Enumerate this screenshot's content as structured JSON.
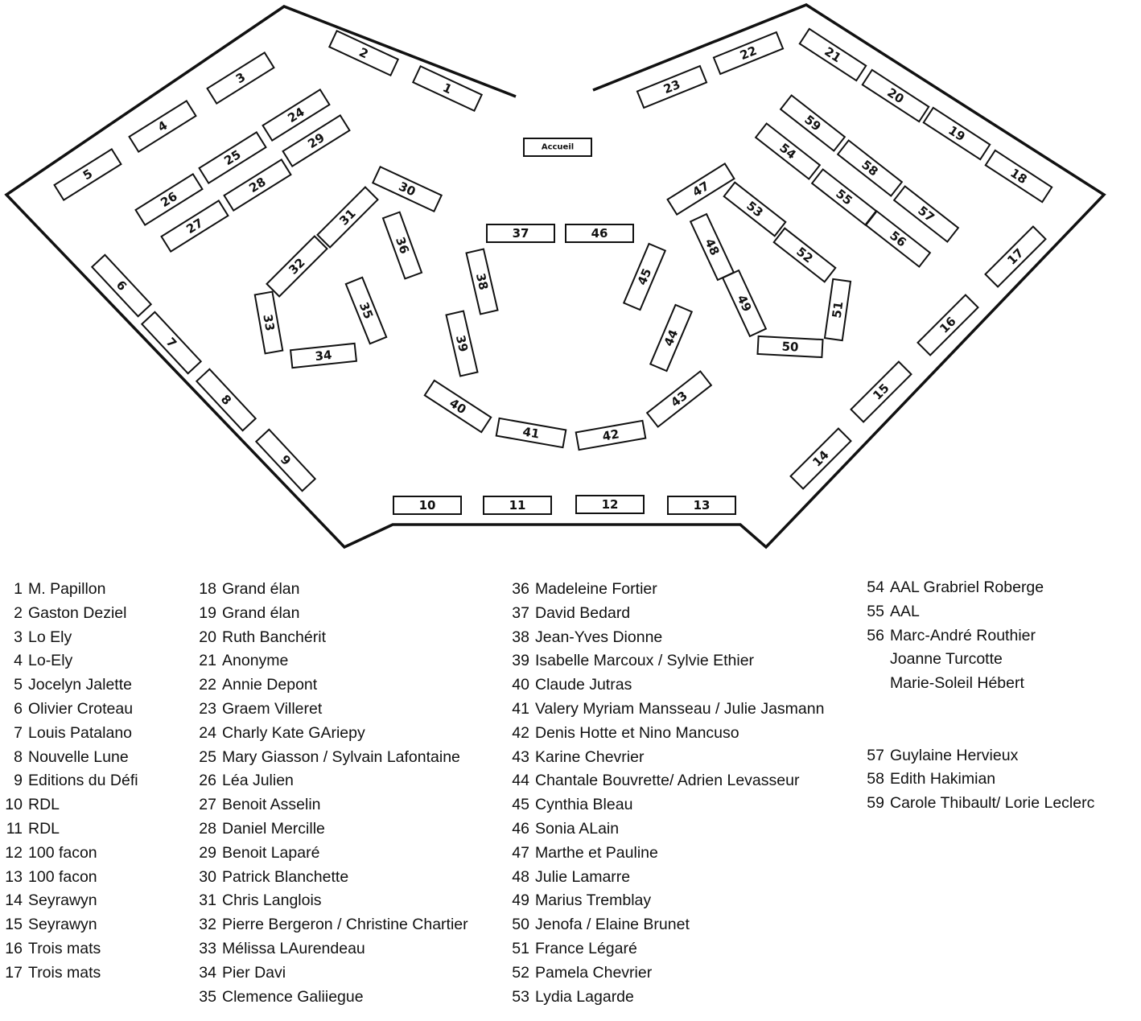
{
  "accueil_label": "Accueil",
  "tables": [
    {
      "num": "1"
    },
    {
      "num": "2"
    },
    {
      "num": "3"
    },
    {
      "num": "4"
    },
    {
      "num": "5"
    },
    {
      "num": "6"
    },
    {
      "num": "7"
    },
    {
      "num": "8"
    },
    {
      "num": "9"
    },
    {
      "num": "10"
    },
    {
      "num": "11"
    },
    {
      "num": "12"
    },
    {
      "num": "13"
    },
    {
      "num": "14"
    },
    {
      "num": "15"
    },
    {
      "num": "16"
    },
    {
      "num": "17"
    },
    {
      "num": "18"
    },
    {
      "num": "19"
    },
    {
      "num": "20"
    },
    {
      "num": "21"
    },
    {
      "num": "22"
    },
    {
      "num": "23"
    },
    {
      "num": "24"
    },
    {
      "num": "25"
    },
    {
      "num": "26"
    },
    {
      "num": "27"
    },
    {
      "num": "28"
    },
    {
      "num": "29"
    },
    {
      "num": "30"
    },
    {
      "num": "31"
    },
    {
      "num": "32"
    },
    {
      "num": "33"
    },
    {
      "num": "34"
    },
    {
      "num": "35"
    },
    {
      "num": "36"
    },
    {
      "num": "37"
    },
    {
      "num": "38"
    },
    {
      "num": "39"
    },
    {
      "num": "40"
    },
    {
      "num": "41"
    },
    {
      "num": "42"
    },
    {
      "num": "43"
    },
    {
      "num": "44"
    },
    {
      "num": "45"
    },
    {
      "num": "46"
    },
    {
      "num": "47"
    },
    {
      "num": "48"
    },
    {
      "num": "49"
    },
    {
      "num": "50"
    },
    {
      "num": "51"
    },
    {
      "num": "52"
    },
    {
      "num": "53"
    },
    {
      "num": "54"
    },
    {
      "num": "55"
    },
    {
      "num": "56"
    },
    {
      "num": "57"
    },
    {
      "num": "58"
    },
    {
      "num": "59"
    }
  ],
  "legend": {
    "col1": [
      {
        "num": "1",
        "name": "M. Papillon"
      },
      {
        "num": "2",
        "name": "Gaston Deziel"
      },
      {
        "num": "3",
        "name": "Lo Ely"
      },
      {
        "num": "4",
        "name": "Lo-Ely"
      },
      {
        "num": "5",
        "name": "Jocelyn Jalette"
      },
      {
        "num": "6",
        "name": "Olivier Croteau"
      },
      {
        "num": "7",
        "name": "Louis Patalano"
      },
      {
        "num": "8",
        "name": "Nouvelle Lune"
      },
      {
        "num": "9",
        "name": "Editions du Défi"
      },
      {
        "num": "10",
        "name": "RDL"
      },
      {
        "num": "11",
        "name": "RDL"
      },
      {
        "num": "12",
        "name": "100 facon"
      },
      {
        "num": "13",
        "name": "100 facon"
      },
      {
        "num": "14",
        "name": "Seyrawyn"
      },
      {
        "num": "15",
        "name": "Seyrawyn"
      },
      {
        "num": "16",
        "name": "Trois mats"
      },
      {
        "num": "17",
        "name": "Trois mats"
      }
    ],
    "col2": [
      {
        "num": "18",
        "name": "Grand élan"
      },
      {
        "num": "19",
        "name": "Grand élan"
      },
      {
        "num": "20",
        "name": "Ruth Banchérit"
      },
      {
        "num": "21",
        "name": "Anonyme"
      },
      {
        "num": "22",
        "name": "Annie Depont"
      },
      {
        "num": "23",
        "name": "Graem Villeret"
      },
      {
        "num": "24",
        "name": "Charly Kate GAriepy"
      },
      {
        "num": "25",
        "name": "Mary Giasson / Sylvain Lafontaine"
      },
      {
        "num": "26",
        "name": "Léa Julien"
      },
      {
        "num": "27",
        "name": "Benoit Asselin"
      },
      {
        "num": "28",
        "name": "Daniel Mercille"
      },
      {
        "num": "29",
        "name": "Benoit Laparé"
      },
      {
        "num": "30",
        "name": "Patrick Blanchette"
      },
      {
        "num": "31",
        "name": "Chris Langlois"
      },
      {
        "num": "32",
        "name": "Pierre Bergeron / Christine Chartier"
      },
      {
        "num": "33",
        "name": "Mélissa LAurendeau"
      },
      {
        "num": "34",
        "name": "Pier Davi"
      },
      {
        "num": "35",
        "name": "Clemence Galiiegue"
      }
    ],
    "col3": [
      {
        "num": "36",
        "name": "Madeleine Fortier"
      },
      {
        "num": "37",
        "name": "David Bedard"
      },
      {
        "num": "38",
        "name": "Jean-Yves Dionne"
      },
      {
        "num": "39",
        "name": "Isabelle Marcoux / Sylvie Ethier"
      },
      {
        "num": "40",
        "name": "Claude Jutras"
      },
      {
        "num": "41",
        "name": "Valery Myriam Mansseau / Julie Jasmann"
      },
      {
        "num": "42",
        "name": "Denis Hotte et Nino Mancuso"
      },
      {
        "num": "43",
        "name": "Karine Chevrier"
      },
      {
        "num": "44",
        "name": "Chantale Bouvrette/ Adrien Levasseur"
      },
      {
        "num": "45",
        "name": "Cynthia Bleau"
      },
      {
        "num": "46",
        "name": "Sonia ALain"
      },
      {
        "num": "47",
        "name": "Marthe et Pauline"
      },
      {
        "num": "48",
        "name": "Julie Lamarre"
      },
      {
        "num": "49",
        "name": "Marius Tremblay"
      },
      {
        "num": "50",
        "name": "Jenofa / Elaine Brunet"
      },
      {
        "num": "51",
        "name": "France Légaré"
      },
      {
        "num": "52",
        "name": "Pamela Chevrier"
      },
      {
        "num": "53",
        "name": "Lydia Lagarde"
      }
    ],
    "col4": {
      "e54": {
        "num": "54",
        "name": "AAL Grabriel Roberge"
      },
      "e55": {
        "num": "55",
        "name": "AAL"
      },
      "e56": {
        "num": "56",
        "name": "Marc-André Routhier"
      },
      "e56b": "Joanne Turcotte",
      "e56c": "Marie-Soleil Hébert",
      "e57": {
        "num": "57",
        "name": "Guylaine Hervieux"
      },
      "e58": {
        "num": "58",
        "name": "Edith Hakimian"
      },
      "e59": {
        "num": "59",
        "name": "Carole Thibault/ Lorie Leclerc"
      }
    }
  }
}
